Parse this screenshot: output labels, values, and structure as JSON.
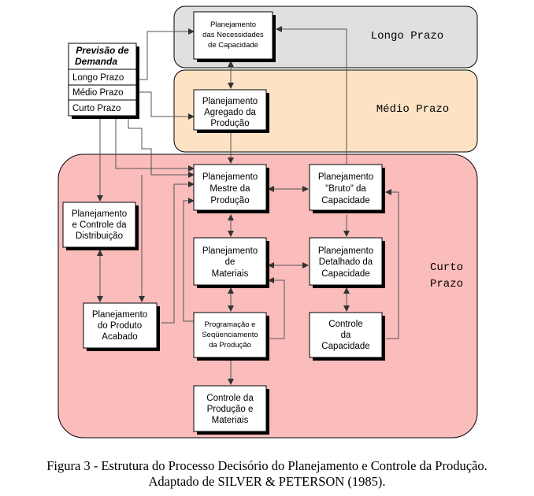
{
  "zones": {
    "long": "Longo Prazo",
    "medium": "Médio Prazo",
    "short_line1": "Curto",
    "short_line2": "Prazo"
  },
  "forecast": {
    "title_line1": "Previsão de",
    "title_line2": "Demanda",
    "items": [
      "Longo Prazo",
      "Médio Prazo",
      "Curto Prazo"
    ]
  },
  "boxes": {
    "capacity_needs": [
      "Planejamento",
      "das Necessidades",
      "de Capacidade"
    ],
    "aggregate": [
      "Planejamento",
      "Agregado da",
      "Produção"
    ],
    "master": [
      "Planejamento",
      "Mestre da",
      "Produção"
    ],
    "rough_cut": [
      "Planejamento",
      "\"Bruto\" da",
      "Capacidade"
    ],
    "distribution": [
      "Planejamento",
      "e Controle da",
      "Distribuição"
    ],
    "materials": [
      "Planejamento",
      "de",
      "Materiais"
    ],
    "detailed_capacity": [
      "Planejamento",
      "Detalhado da",
      "Capacidade"
    ],
    "finished_product": [
      "Planejamento",
      "do Produto",
      "Acabado"
    ],
    "scheduling": [
      "Programação e",
      "Seqüenciamento",
      "da Produção"
    ],
    "capacity_control": [
      "Controle",
      "da",
      "Capacidade"
    ],
    "production_control": [
      "Controle da",
      "Produção e",
      "Materiais"
    ]
  },
  "caption": {
    "line1": "Figura 3 - Estrutura do Processo Decisório do Planejamento e Controle da Produção.",
    "line2": "Adaptado de SILVER & PETERSON (1985)."
  },
  "colors": {
    "long_zone": "#e0e0e0",
    "medium_zone": "#fde3c4",
    "short_zone": "#fbbcbc"
  }
}
